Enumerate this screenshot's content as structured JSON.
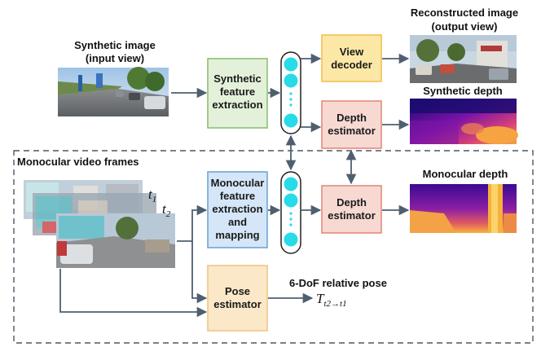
{
  "labels": {
    "synthetic_image": [
      "Synthetic image",
      "(input view)"
    ],
    "reconstructed_image": [
      "Reconstructed image",
      "(output view)"
    ],
    "synthetic_depth": "Synthetic depth",
    "monocular_video_frames": "Monocular video frames",
    "monocular_depth": "Monocular depth",
    "pose_title": "6-DoF relative pose",
    "t1": "t",
    "t1_sub": "1",
    "t2": "t",
    "t2_sub": "2",
    "pose_symbol": "T",
    "pose_sub": "t2→t1"
  },
  "boxes": {
    "synthetic_feature": [
      "Synthetic",
      "feature",
      "extraction"
    ],
    "view_decoder": [
      "View",
      "decoder"
    ],
    "depth_estimator_top": [
      "Depth",
      "estimator"
    ],
    "monocular_feature": [
      "Monocular",
      "feature",
      "extraction",
      "and",
      "mapping"
    ],
    "depth_estimator_bottom": [
      "Depth",
      "estimator"
    ],
    "pose_estimator": [
      "Pose",
      "estimator"
    ]
  },
  "colors": {
    "green_fill": "#e4f1da",
    "green_stroke": "#8cc173",
    "yellow_fill": "#fde7a6",
    "yellow_stroke": "#f2c14e",
    "red_fill": "#f7d9d2",
    "red_stroke": "#e58b7e",
    "blue_fill": "#d4e6f7",
    "blue_stroke": "#6fa6d6",
    "orange_fill": "#fbe8c8",
    "orange_stroke": "#f1c682",
    "node": "#27dbe8",
    "arrow": "#4e5f70"
  }
}
